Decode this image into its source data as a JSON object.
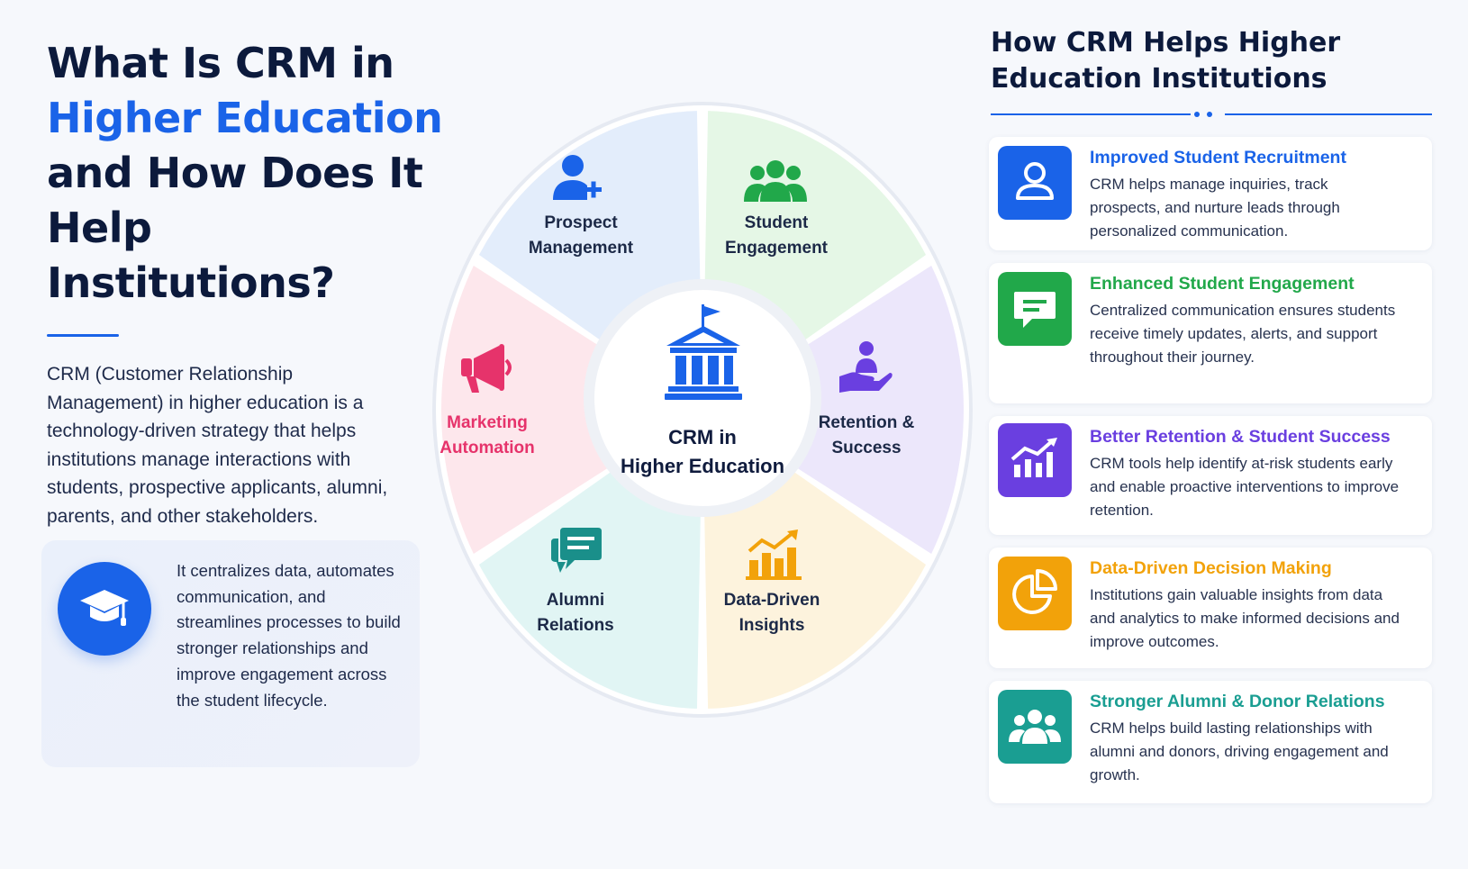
{
  "left": {
    "title_line1": "What Is CRM in",
    "title_highlight": "Higher Education",
    "title_line3": "and How Does It",
    "title_line4": "Help Institutions?",
    "intro": "CRM (Customer Relationship Management) in higher education is a technology-driven strategy that helps institutions manage interactions with students, prospective applicants, alumni, parents, and other stakeholders.",
    "callout_text": "It centralizes data, automates communication, and streamlines processes to build stronger relationships and improve engagement across the student lifecycle.",
    "callout_icon": "graduation-cap-icon"
  },
  "wheel": {
    "center_line1": "CRM in",
    "center_line2": "Higher Education",
    "center_icon": "university-building-icon",
    "segments": [
      {
        "line1": "Prospect",
        "line2": "Management",
        "icon": "user-plus-icon",
        "color": "#1a63e8",
        "fill": "#e3edfb"
      },
      {
        "line1": "Student",
        "line2": "Engagement",
        "icon": "group-icon",
        "color": "#21a84a",
        "fill": "#e5f7e6"
      },
      {
        "line1": "Retention &",
        "line2": "Success",
        "icon": "hand-person-icon",
        "color": "#6a3fe0",
        "fill": "#ece7fb"
      },
      {
        "line1": "Data-Driven",
        "line2": "Insights",
        "icon": "bar-chart-icon",
        "color": "#f2a20a",
        "fill": "#fdf3dd"
      },
      {
        "line1": "Alumni",
        "line2": "Relations",
        "icon": "chat-bubbles-icon",
        "color": "#1a8f8a",
        "fill": "#e1f5f4"
      },
      {
        "line1": "Marketing",
        "line2": "Automation",
        "icon": "megaphone-icon",
        "color": "#e6336b",
        "fill": "#fde7ec"
      }
    ]
  },
  "right": {
    "title": "How CRM Helps Higher Education Institutions",
    "cards": [
      {
        "title": "Improved Student Recruitment",
        "body": "CRM helps manage inquiries, track prospects, and nurture leads through personalized communication.",
        "color": "#1a63e8",
        "icon": "user-icon"
      },
      {
        "title": "Enhanced Student Engagement",
        "body": "Centralized communication ensures students receive timely updates, alerts, and support throughout their journey.",
        "color": "#21a84a",
        "icon": "message-icon"
      },
      {
        "title": "Better Retention & Student Success",
        "body": "CRM tools help identify at-risk students early and enable proactive interventions to improve retention.",
        "color": "#6a3fe0",
        "icon": "growth-chart-icon"
      },
      {
        "title": "Data-Driven Decision Making",
        "body": "Institutions gain valuable insights from data and analytics to make informed decisions and improve outcomes.",
        "color": "#f2a20a",
        "icon": "pie-chart-icon"
      },
      {
        "title": "Stronger Alumni & Donor Relations",
        "body": "CRM helps build lasting relationships with alumni and donors, driving engagement and growth.",
        "color": "#1a9e92",
        "icon": "people-icon"
      }
    ]
  }
}
